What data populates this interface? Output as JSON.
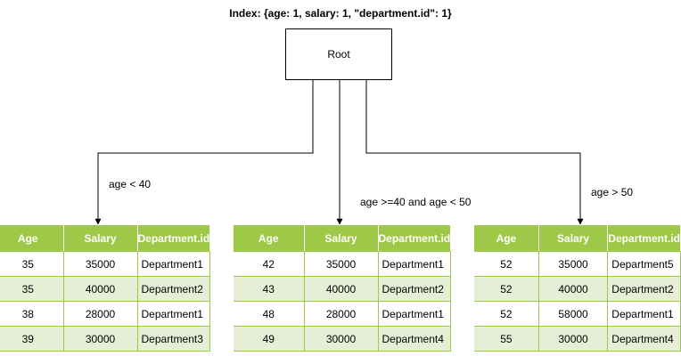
{
  "title": "Index: {age: 1, salary: 1, \"department.id\": 1}",
  "root_label": "Root",
  "edges": [
    {
      "label": "age < 40"
    },
    {
      "label": "age >=40 and age < 50"
    },
    {
      "label": "age > 50"
    }
  ],
  "columns": [
    "Age",
    "Salary",
    "Department.id"
  ],
  "colors": {
    "header": "#9ec847",
    "stripe": "#e6efd6",
    "border": "#9ec847"
  },
  "tables": [
    {
      "rows": [
        [
          "35",
          "35000",
          "Department1"
        ],
        [
          "35",
          "40000",
          "Department2"
        ],
        [
          "38",
          "28000",
          "Department1"
        ],
        [
          "39",
          "30000",
          "Department3"
        ]
      ]
    },
    {
      "rows": [
        [
          "42",
          "35000",
          "Department1"
        ],
        [
          "43",
          "40000",
          "Department2"
        ],
        [
          "48",
          "28000",
          "Department1"
        ],
        [
          "49",
          "30000",
          "Department4"
        ]
      ]
    },
    {
      "rows": [
        [
          "52",
          "35000",
          "Department5"
        ],
        [
          "52",
          "40000",
          "Department2"
        ],
        [
          "52",
          "58000",
          "Department1"
        ],
        [
          "55",
          "30000",
          "Department4"
        ]
      ]
    }
  ]
}
